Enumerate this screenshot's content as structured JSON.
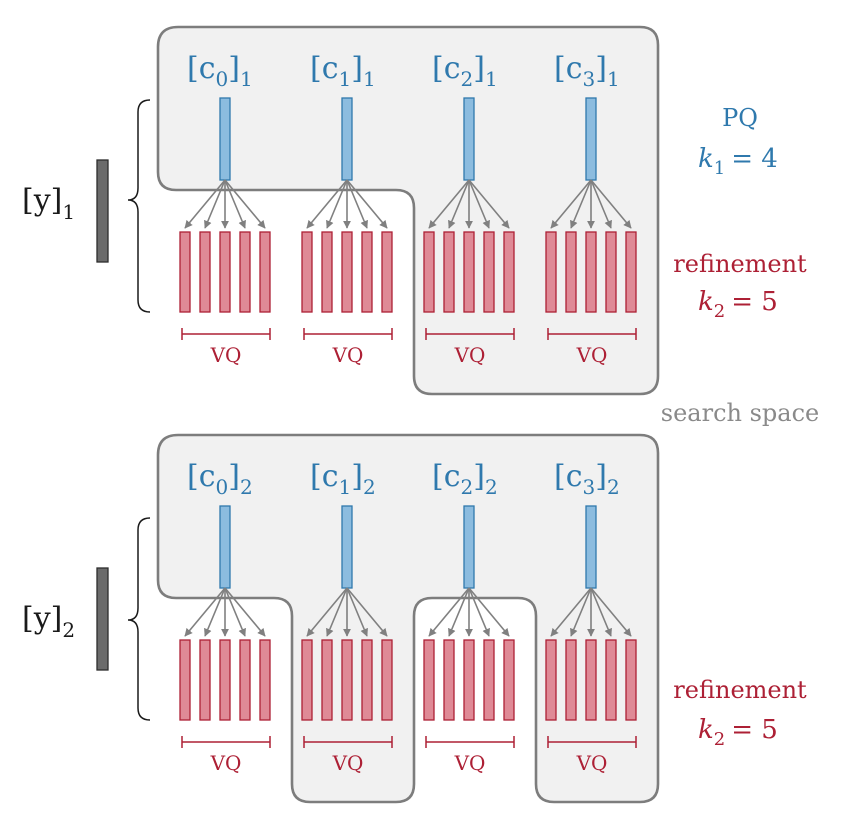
{
  "panels": [
    {
      "y_label": "[y]",
      "y_sub": "1",
      "columns": [
        {
          "c": "[c",
          "csub": "0",
          "close": "]",
          "osub": "1",
          "vq": "VQ"
        },
        {
          "c": "[c",
          "csub": "1",
          "close": "]",
          "osub": "1",
          "vq": "VQ"
        },
        {
          "c": "[c",
          "csub": "2",
          "close": "]",
          "osub": "1",
          "vq": "VQ"
        },
        {
          "c": "[c",
          "csub": "3",
          "close": "]",
          "osub": "1",
          "vq": "VQ"
        }
      ],
      "pq_label": "PQ",
      "k1_label": "k",
      "k1_sub": "1",
      "k1_eq": "= 4",
      "refinement_label": "refinement",
      "k2_label": "k",
      "k2_sub": "2",
      "k2_eq": "= 5",
      "selected_refinements": [
        2,
        3
      ]
    },
    {
      "y_label": "[y]",
      "y_sub": "2",
      "columns": [
        {
          "c": "[c",
          "csub": "0",
          "close": "]",
          "osub": "2",
          "vq": "VQ"
        },
        {
          "c": "[c",
          "csub": "1",
          "close": "]",
          "osub": "2",
          "vq": "VQ"
        },
        {
          "c": "[c",
          "csub": "2",
          "close": "]",
          "osub": "2",
          "vq": "VQ"
        },
        {
          "c": "[c",
          "csub": "3",
          "close": "]",
          "osub": "2",
          "vq": "VQ"
        }
      ],
      "refinement_label": "refinement",
      "k2_label": "k",
      "k2_sub": "2",
      "k2_eq": "= 5",
      "selected_refinements": [
        1,
        3
      ]
    }
  ],
  "search_space_label": "search space",
  "colors": {
    "centroid": "#8cbcdf",
    "refinement": "#df8a96",
    "pq_text": "#2f79ad",
    "refinement_text": "#ad2035",
    "region": "#f1f1f1",
    "search_space_text": "#8a8a8a"
  }
}
